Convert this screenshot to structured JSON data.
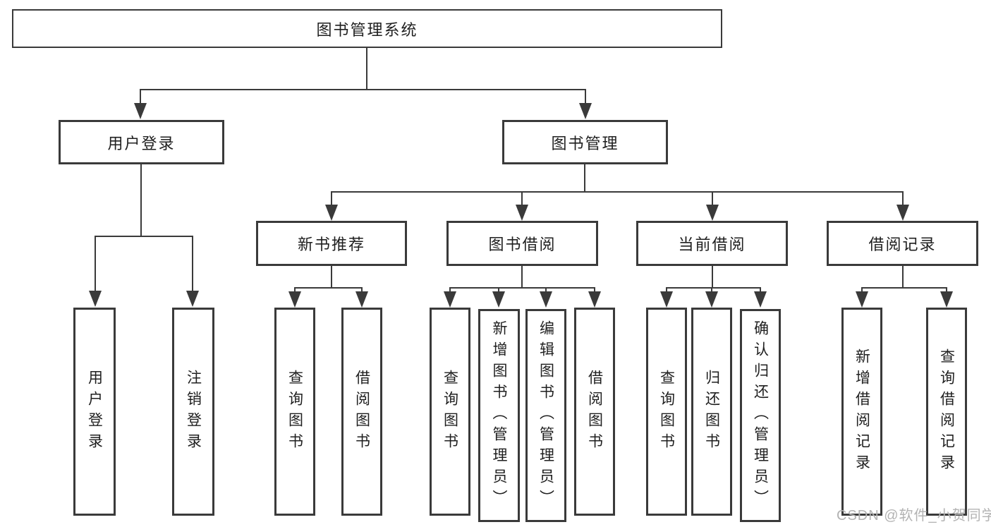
{
  "diagram": {
    "root": {
      "label": "图书管理系统"
    },
    "level2": [
      {
        "id": "user-login",
        "label": "用户登录"
      },
      {
        "id": "book-management",
        "label": "图书管理"
      }
    ],
    "level3": [
      {
        "id": "new-book-recommend",
        "label": "新书推荐"
      },
      {
        "id": "book-borrow",
        "label": "图书借阅"
      },
      {
        "id": "current-borrow",
        "label": "当前借阅"
      },
      {
        "id": "borrow-records",
        "label": "借阅记录"
      }
    ],
    "leaves": {
      "user_login": [
        {
          "label": "用户登录"
        },
        {
          "label": "注销登录"
        }
      ],
      "new_book_recommend": [
        {
          "label": "查询图书"
        },
        {
          "label": "借阅图书"
        }
      ],
      "book_borrow": [
        {
          "label": "查询图书"
        },
        {
          "label": "新增图书（管理员）"
        },
        {
          "label": "编辑图书（管理员）"
        },
        {
          "label": "借阅图书"
        }
      ],
      "current_borrow": [
        {
          "label": "查询图书"
        },
        {
          "label": "归还图书"
        },
        {
          "label": "确认归还（管理员）"
        }
      ],
      "borrow_records": [
        {
          "label": "新增借阅记录"
        },
        {
          "label": "查询借阅记录"
        }
      ]
    },
    "watermark": "CSDN @软件_小贺同学",
    "colors": {
      "line": "#3a3a3a",
      "text": "#1f1f1f",
      "background": "#ffffff",
      "watermark": "#b3b3b3"
    }
  }
}
